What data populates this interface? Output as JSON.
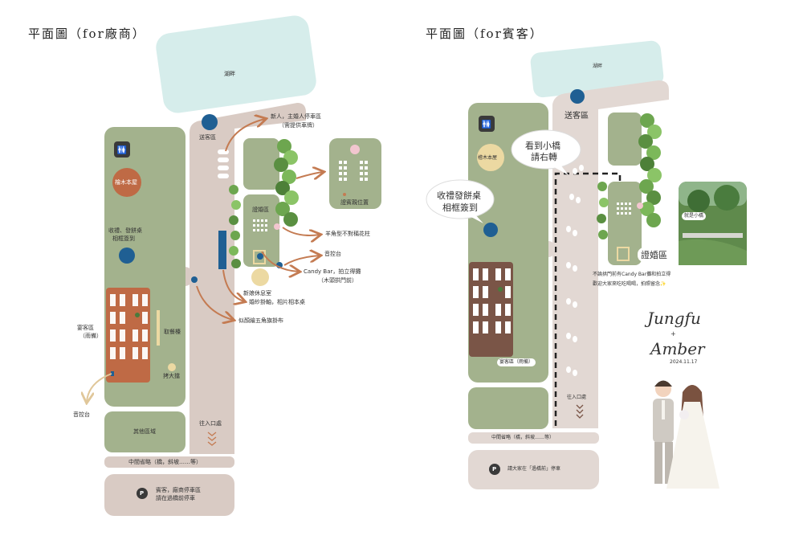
{
  "left": {
    "title": "平面圖（for廠商）",
    "lake": "湖畔",
    "send_off": "送客區",
    "wood_house": "檜木本屋",
    "gift_table": "收禮、發餅桌",
    "gift_table2": "相框簽到",
    "banquet": "宴客區",
    "banquet_sub": "（雨備）",
    "food_table": "取餐檯",
    "big_back": "拷大擋",
    "sound_desk_left": "音控台",
    "other_area": "其他區域",
    "entrance": "往入口處",
    "middle": "中間省略（橋，斜坡……等）",
    "parking_line1": "賓客，廠商停車區",
    "parking_line2": "請在過橋前停車",
    "parking_icon": "P",
    "ceremony": "證婚區",
    "bride_room": "新娘休息室",
    "guest_seat": "證賓親位置",
    "car_note": "新人，主婚人停車區",
    "car_note2": "（需提供車牌）",
    "arch_note": "羊角型不對稱花柱",
    "sound_desk_right": "音控台",
    "candy_note": "Candy Bar，拍立得攤",
    "candy_note2": "（木頭拱門前）",
    "banner_note": "婚紗掛軸，相片相本桌",
    "banner_note2": "似顏繪五角旗掛布"
  },
  "right": {
    "title": "平面圖（for賓客）",
    "lake": "湖畔",
    "send_off": "送客區",
    "wood_house": "檜木本屋",
    "gift_bubble_line1": "收禮發餅桌",
    "gift_bubble_line2": "相框簽到",
    "banquet": "宴客區（雨備）",
    "stone_bubble_line1": "看到小橋",
    "stone_bubble_line2": "請右轉",
    "ceremony": "證婚區",
    "photo_label": "就是小橋",
    "note_line1": "不論拱門前有Candy Bar攤和拍立得",
    "note_line2": "歡迎大家來吃吃喝喝，拍照留念✨",
    "entrance": "往入口處",
    "middle": "中間省略（橋，斜坡……等）",
    "parking": "請大家在「過橋前」停車",
    "parking_icon": "P",
    "groom": "Jungfu",
    "plus": "+",
    "bride": "Amber",
    "date": "2024.11.17"
  },
  "colors": {
    "green": "#a3b28d",
    "lake": "#d6edeb",
    "path": "#d9cbc4",
    "road": "#e2d8d3",
    "brick": "#bf6a45",
    "brown": "#7a5547",
    "blue": "#1f5f93",
    "arrow": "#c47b52",
    "cream": "#ecd9a2"
  }
}
